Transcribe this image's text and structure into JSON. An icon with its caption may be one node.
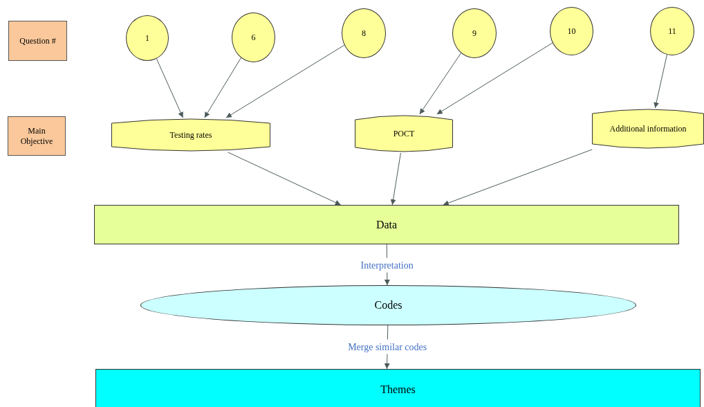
{
  "diagram": {
    "nodes": [
      {
        "text": [
          "Question #"
        ]
      },
      {
        "text": [
          "Main Objective"
        ]
      },
      {
        "text": [
          "1"
        ]
      },
      {
        "text": [
          "6"
        ]
      },
      {
        "text": [
          "8"
        ]
      },
      {
        "text": [
          "9"
        ]
      },
      {
        "text": [
          "10"
        ]
      },
      {
        "text": [
          "11"
        ]
      },
      {
        "text": [
          "Testing rates"
        ]
      },
      {
        "text": [
          "POCT"
        ]
      },
      {
        "text": [
          "Additional information"
        ]
      },
      {
        "text": [
          "Data"
        ]
      },
      {
        "text": [
          "Codes"
        ]
      },
      {
        "text": [
          "Themes"
        ]
      }
    ],
    "edges": [
      {
        "from": 2,
        "to": 8,
        "arrow": "to"
      },
      {
        "from": 3,
        "to": 8,
        "arrow": "to"
      },
      {
        "from": 4,
        "to": 8,
        "arrow": "to"
      },
      {
        "from": 5,
        "to": 9,
        "arrow": "to"
      },
      {
        "from": 6,
        "to": 9,
        "arrow": "to"
      },
      {
        "from": 7,
        "to": 10,
        "arrow": "to"
      },
      {
        "from": 8,
        "to": 11,
        "arrow": "to"
      },
      {
        "from": 9,
        "to": 11,
        "arrow": "to"
      },
      {
        "from": 10,
        "to": 11,
        "arrow": "to"
      },
      {
        "from": 11,
        "to": 12,
        "arrow": "to",
        "label": "Interpretation"
      },
      {
        "from": 12,
        "to": 13,
        "arrow": "to",
        "label": "Merge similar codes"
      }
    ]
  }
}
